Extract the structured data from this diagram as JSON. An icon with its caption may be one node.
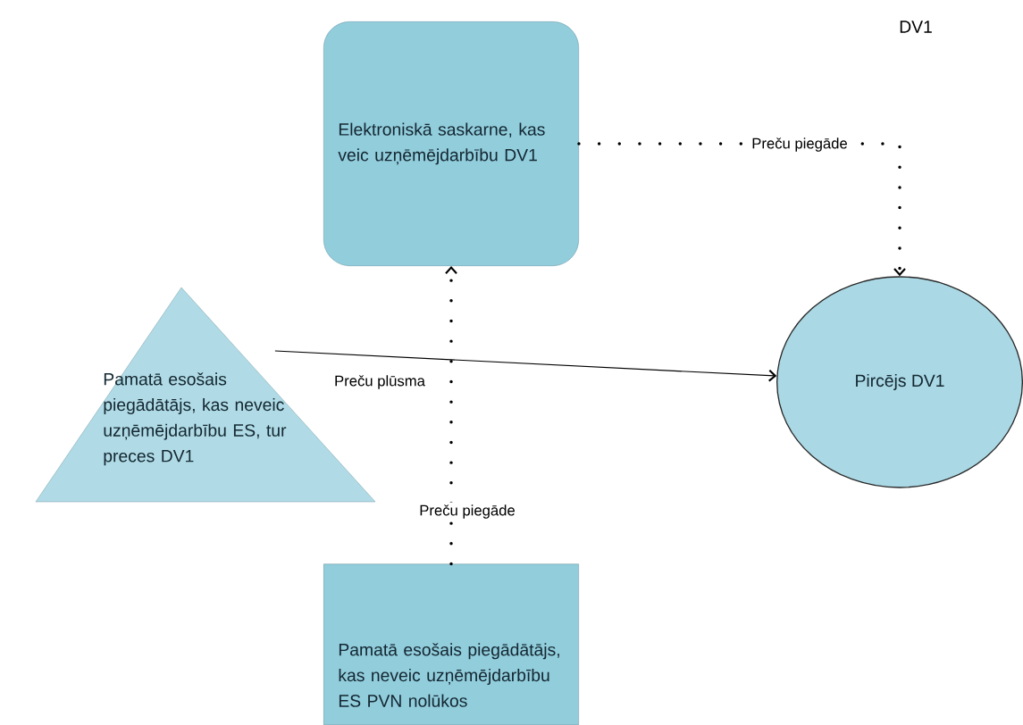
{
  "diagram": {
    "nodes": [
      {
        "text": [
          "Elektroniskā saskarne, kas veic uzņēmējdarbību DV1"
        ]
      },
      {
        "text": [
          "Pamatā esošais piegādātājs, kas neveic uzņēmējdarbību ES, tur preces DV1"
        ]
      },
      {
        "text": [
          "Pircējs DV1"
        ]
      },
      {
        "text": [
          "Pamatā esošais piegādātājs, kas neveic uzņēmējdarbību ES PVN nolūkos"
        ]
      }
    ],
    "edges": [
      {
        "from": 0,
        "to": 2,
        "arrow": "to",
        "label": "Preču piegāde",
        "style": "dashed"
      },
      {
        "from": 3,
        "to": 0,
        "arrow": "to",
        "label": "Preču piegāde",
        "style": "dashed"
      },
      {
        "from": 1,
        "to": 2,
        "arrow": "to",
        "label": "Preču plūsma"
      }
    ],
    "labels": [
      "DV1"
    ]
  }
}
